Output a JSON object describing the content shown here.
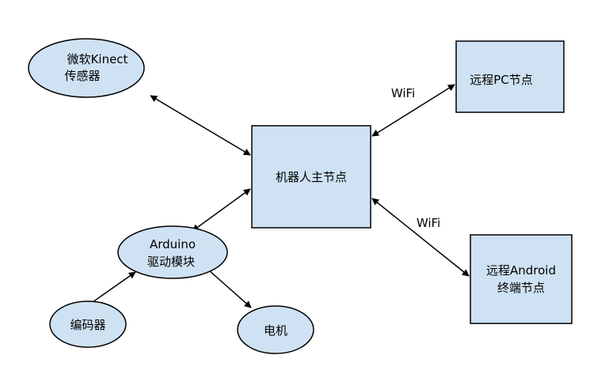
{
  "diagram": {
    "nodes": {
      "kinect": {
        "shape": "ellipse",
        "lines": [
          "微软Kinect",
          "传感器"
        ]
      },
      "main": {
        "shape": "rect",
        "lines": [
          "机器人主节点"
        ]
      },
      "remote_pc": {
        "shape": "rect",
        "lines": [
          "远程PC节点"
        ]
      },
      "remote_android": {
        "shape": "rect",
        "lines": [
          "远程Android",
          "终端节点"
        ]
      },
      "arduino": {
        "shape": "ellipse",
        "lines": [
          "Arduino",
          "驱动模块"
        ]
      },
      "encoder": {
        "shape": "ellipse",
        "lines": [
          "编码器"
        ]
      },
      "motor": {
        "shape": "ellipse",
        "lines": [
          "电机"
        ]
      }
    },
    "edges": [
      {
        "from": "kinect",
        "to": "main",
        "direction": "both",
        "label": ""
      },
      {
        "from": "main",
        "to": "remote_pc",
        "direction": "both",
        "label": "WiFi"
      },
      {
        "from": "main",
        "to": "remote_android",
        "direction": "both",
        "label": "WiFi"
      },
      {
        "from": "arduino",
        "to": "main",
        "direction": "both",
        "label": ""
      },
      {
        "from": "encoder",
        "to": "arduino",
        "direction": "forward",
        "label": ""
      },
      {
        "from": "arduino",
        "to": "motor",
        "direction": "forward",
        "label": ""
      }
    ],
    "colors": {
      "node_fill": "#cfe2f3",
      "node_stroke": "#000000",
      "edge": "#000000"
    }
  }
}
